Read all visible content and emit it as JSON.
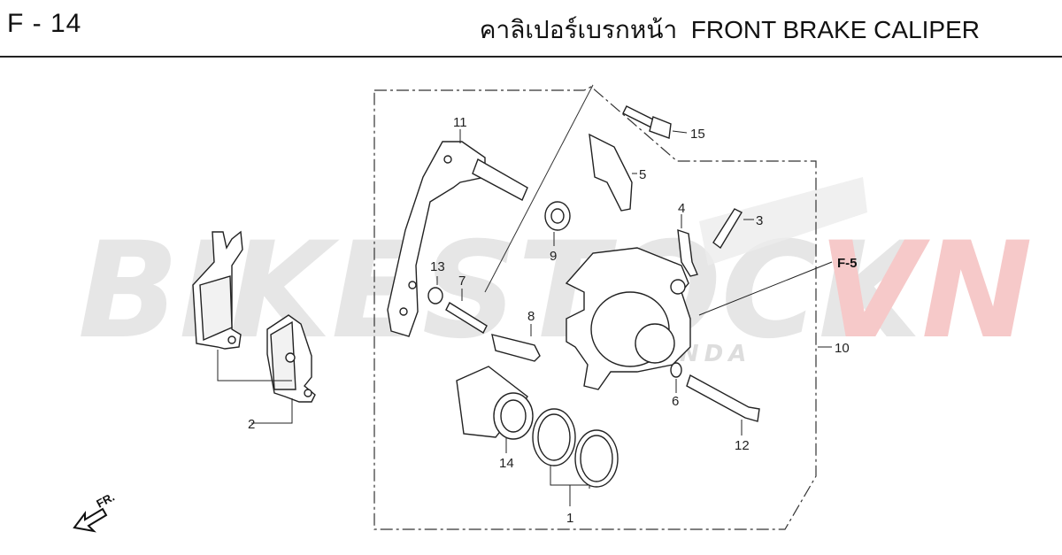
{
  "header": {
    "page_code": "F - 14",
    "title_thai": "คาลิเปอร์เบรกหน้า",
    "title_en": "FRONT BRAKE CALIPER"
  },
  "watermark": {
    "text_main": "BIKESTOCK",
    "text_accent": "VN",
    "brand": "HONDA",
    "main_color": "#e8e8e8",
    "accent_color": "#f6c9c9"
  },
  "callouts": {
    "c1": "1",
    "c2": "2",
    "c3": "3",
    "c4": "4",
    "c5": "5",
    "c6": "6",
    "c7": "7",
    "c8": "8",
    "c9": "9",
    "c10": "10",
    "c11": "11",
    "c12": "12",
    "c13": "13",
    "c14": "14",
    "c15": "15"
  },
  "reference": "F-5",
  "direction_label": "FR."
}
